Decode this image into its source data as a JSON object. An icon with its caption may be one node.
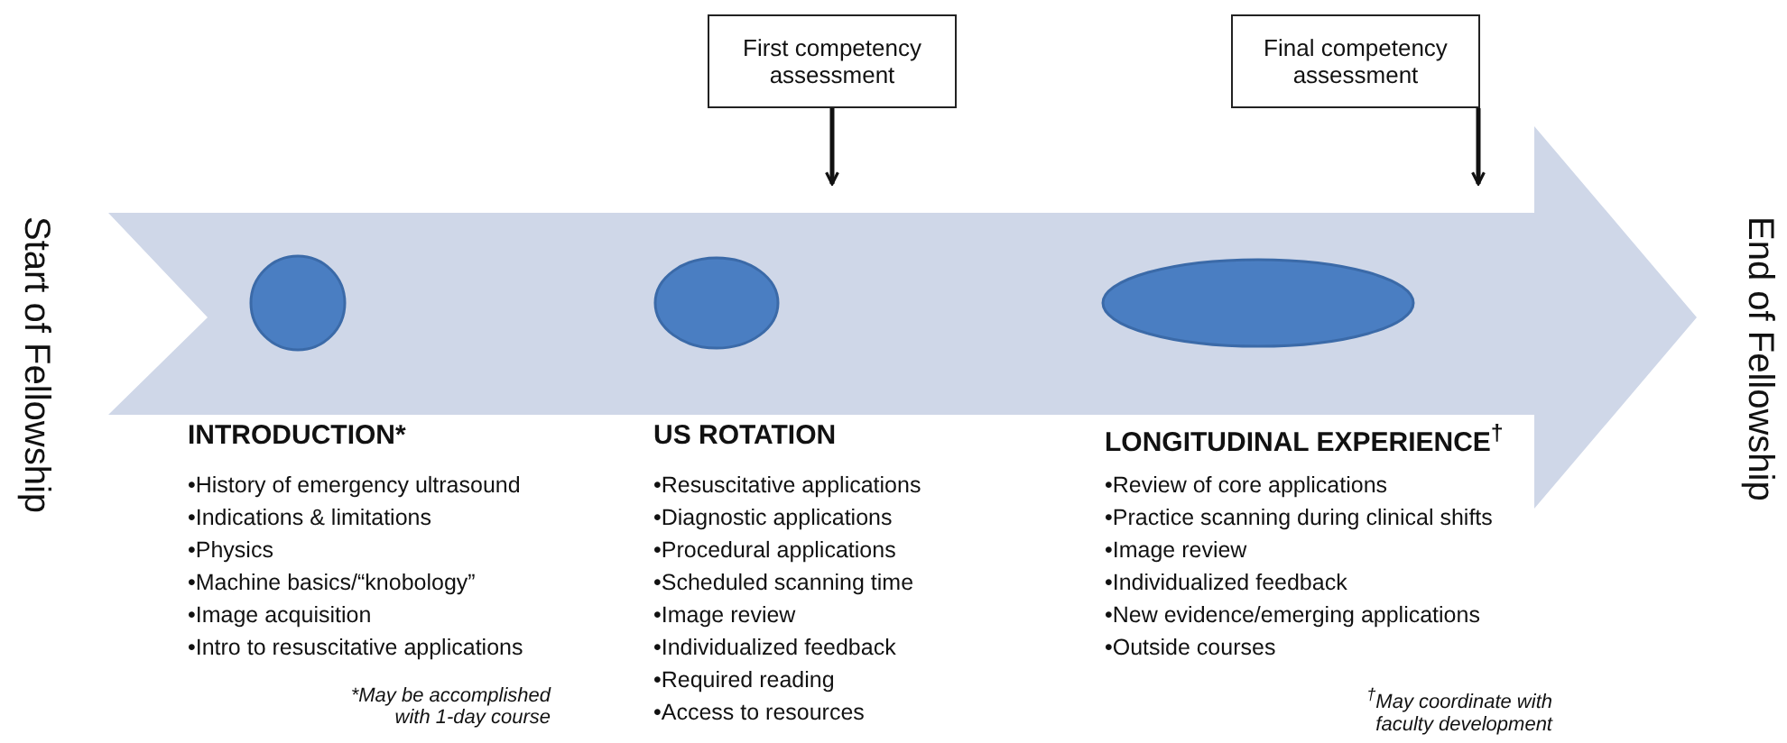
{
  "diagram": {
    "nodes": [
      {
        "text": [],
        "shape": "arrow"
      },
      {
        "text": [
          "First competency assessment"
        ]
      },
      {
        "text": [
          "Final competency assessment"
        ]
      },
      {
        "text": [],
        "shape": "circle",
        "in": 0
      },
      {
        "text": [],
        "shape": "ellipse",
        "in": 0
      },
      {
        "text": [],
        "shape": "ellipse",
        "in": 0
      }
    ],
    "edges": [
      {
        "from": 1,
        "to": 0,
        "arrow": "to"
      },
      {
        "from": 2,
        "to": 0,
        "arrow": "to"
      }
    ],
    "labels": [
      "Start of Fellowship",
      "INTRODUCTION*",
      "•History of emergency ultrasound",
      "•Indications & limitations",
      "•Physics",
      "•Machine basics/“knobology”",
      "•Image acquisition",
      "•Intro to resuscitative applications",
      "*May be accomplished with 1-day course",
      "US ROTATION",
      "•Resuscitative applications",
      "•Diagnostic applications",
      "•Procedural applications",
      "•Scheduled scanning time",
      "•Image review",
      "•Individualized feedback",
      "•Required reading",
      "•Access to resources",
      "LONGITUDINAL EXPERIENCE$^{†}$",
      "•Review of core applications",
      "•Practice scanning during clinical shifts",
      "•Image review",
      "•Individualized feedback",
      "•New evidence/emerging applications",
      "•Outside courses",
      "$^{†}$May coordinate with faculty development",
      "End of Fellowship"
    ]
  }
}
